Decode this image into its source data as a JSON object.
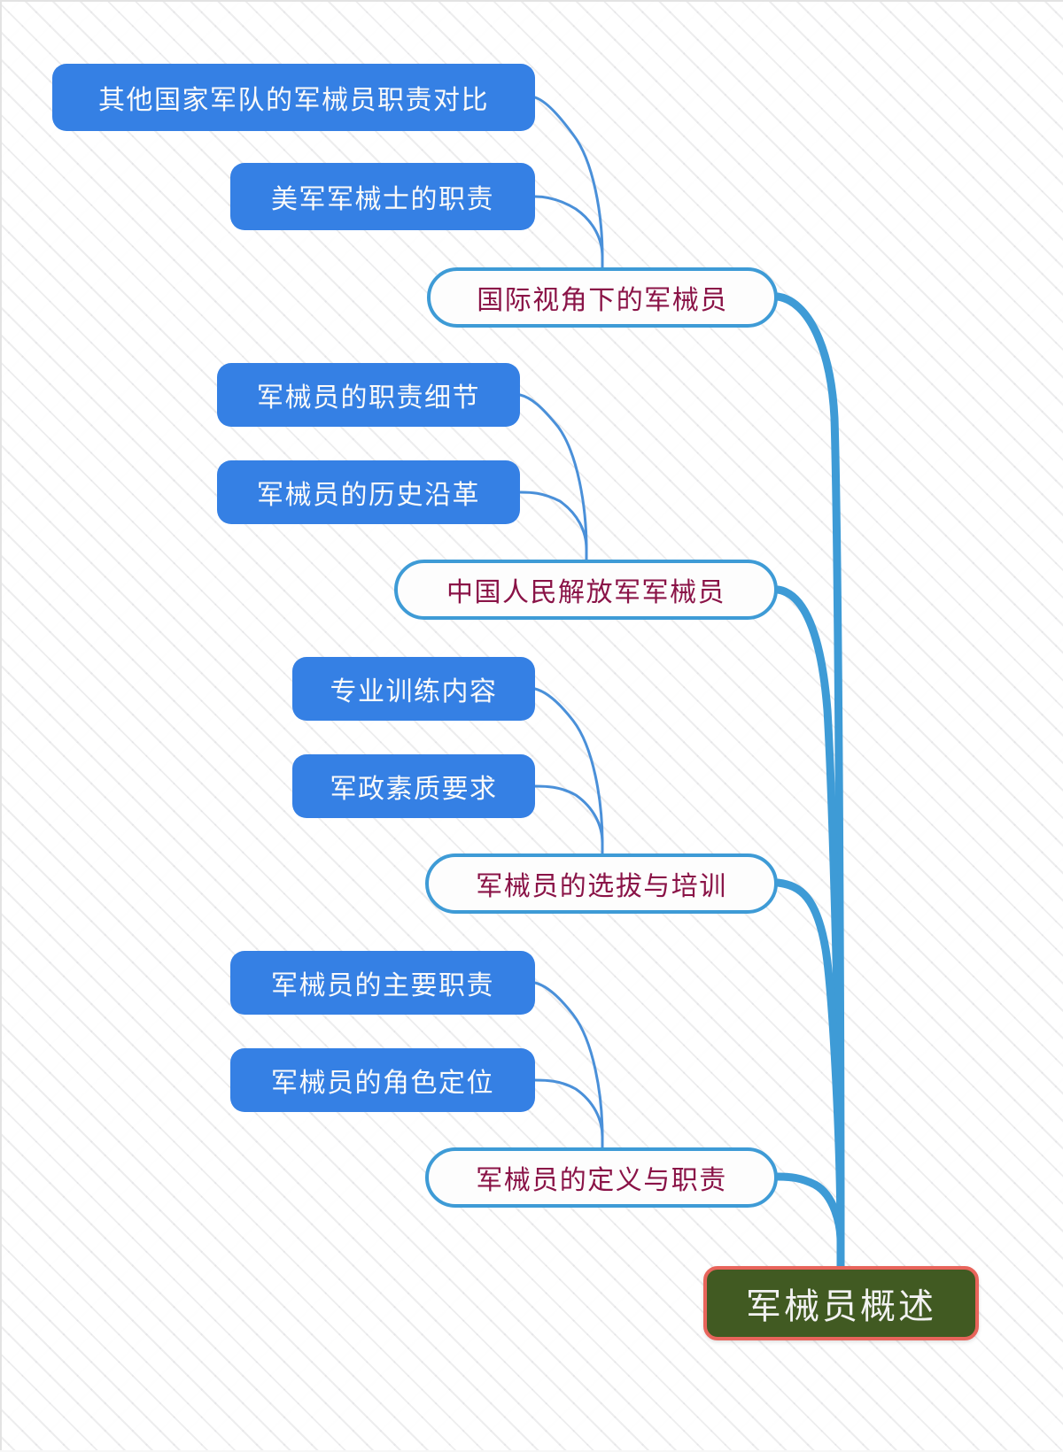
{
  "diagram": {
    "type": "mindmap",
    "title": "军械员概述",
    "orientation": "right-to-left",
    "colors": {
      "root_fill": "#415a22",
      "root_border": "#e8645b",
      "root_text": "#f2f2f2",
      "branch_fill": "#fdfdfd",
      "branch_border": "#3e9bd6",
      "branch_text": "#8a1347",
      "leaf_fill": "#3580e4",
      "leaf_text": "#fafafa",
      "edge_primary": "#3e9bd6",
      "edge_secondary": "#4a90d9",
      "background": "#f6f6f6"
    }
  },
  "root": {
    "label": "军械员概述"
  },
  "branches": [
    {
      "id": "international",
      "label": "国际视角下的军械员",
      "children": [
        {
          "id": "other-countries",
          "label": "其他国家军队的军械员职责对比"
        },
        {
          "id": "us-armorer",
          "label": "美军军械士的职责"
        }
      ]
    },
    {
      "id": "pla",
      "label": "中国人民解放军军械员",
      "children": [
        {
          "id": "duty-details",
          "label": "军械员的职责细节"
        },
        {
          "id": "history",
          "label": "军械员的历史沿革"
        }
      ]
    },
    {
      "id": "selection-training",
      "label": "军械员的选拔与培训",
      "children": [
        {
          "id": "professional-training",
          "label": "专业训练内容"
        },
        {
          "id": "political-quality",
          "label": "军政素质要求"
        }
      ]
    },
    {
      "id": "definition-duty",
      "label": "军械员的定义与职责",
      "children": [
        {
          "id": "main-duties",
          "label": "军械员的主要职责"
        },
        {
          "id": "role-position",
          "label": "军械员的角色定位"
        }
      ]
    }
  ]
}
